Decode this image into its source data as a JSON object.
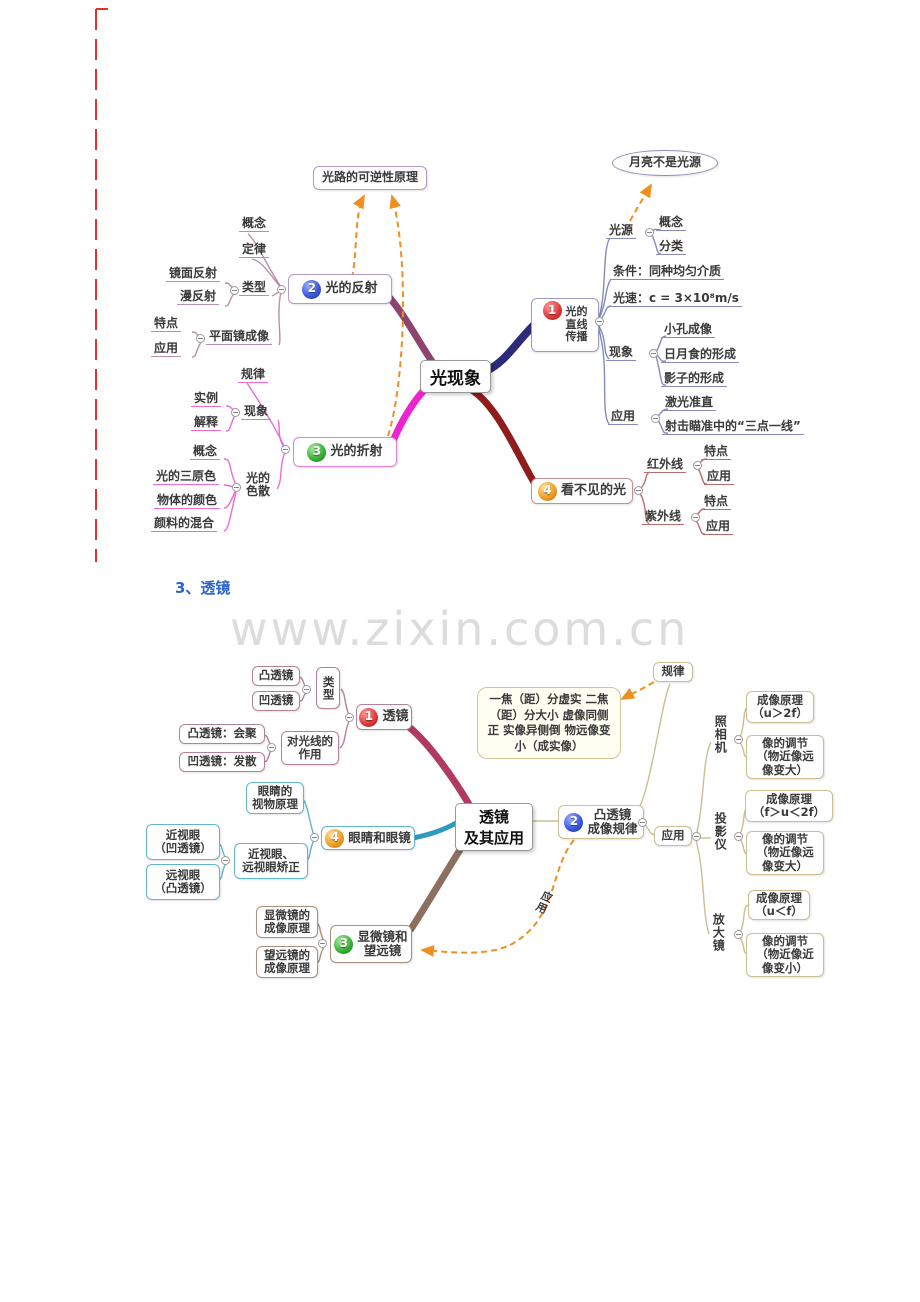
{
  "page": {
    "heading": "3、透镜",
    "watermark": "www.zixin.com.cn"
  },
  "colors": {
    "heading_blue": "#2e64c8",
    "watermark_gray": "#dcdcdc",
    "orange_dashed": "#ef8f1f",
    "left_mark_red": "#e03030"
  },
  "map1": {
    "center": "光现象",
    "note_reversibility": "光路的可逆性原理",
    "note_moon": "月亮不是光源",
    "b1": {
      "num": "1",
      "title": "光的\n直线\n传播",
      "light_source": "光源",
      "concept": "概念",
      "classify": "分类",
      "condition": "条件：同种均匀介质",
      "speed": "光速：c = 3×10⁸m/s",
      "phenomena": "现象",
      "pinhole": "小孔成像",
      "eclipse": "日月食的形成",
      "shadow": "影子的形成",
      "application": "应用",
      "laser": "激光准直",
      "shooting": "射击瞄准中的“三点一线”"
    },
    "b2": {
      "num": "2",
      "title": "光的反射",
      "concept": "概念",
      "law": "定律",
      "type": "类型",
      "specular": "镜面反射",
      "diffuse": "漫反射",
      "mirror": "平面镜成像",
      "feature": "特点",
      "application": "应用"
    },
    "b3": {
      "num": "3",
      "title": "光的折射",
      "law": "规律",
      "phenomena": "现象",
      "example": "实例",
      "explain": "解释",
      "dispersion": "光的\n色散",
      "concept": "概念",
      "primaries": "光的三原色",
      "object_color": "物体的颜色",
      "pigment_mix": "颜料的混合"
    },
    "b4": {
      "num": "4",
      "title": "看不见的光",
      "infrared": "红外线",
      "ir_feature": "特点",
      "ir_app": "应用",
      "ultraviolet": "紫外线",
      "uv_feature": "特点",
      "uv_app": "应用"
    }
  },
  "map2": {
    "center": "透镜\n及其应用",
    "rule_label": "规律",
    "note": "一焦（距）分虚实\n二焦（距）分大小\n虚像同侧正\n实像异侧倒\n物远像变小（成实像）",
    "b1": {
      "num": "1",
      "title": "透镜",
      "type": "类型",
      "convex": "凸透镜",
      "concave": "凹透镜",
      "effect": "对光线的\n作用",
      "converge": "凸透镜：会聚",
      "diverge": "凹透镜：发散"
    },
    "b2": {
      "num": "2",
      "title": "凸透镜\n成像规律",
      "application": "应用",
      "app_curve_label": "应用",
      "camera": "照相机",
      "camera_principle": "成像原理\n（u＞2f）",
      "camera_adjust": "像的调节\n（物近像远\n像变大）",
      "projector": "投影仪",
      "projector_principle": "成像原理\n（f＞u＜2f）",
      "projector_adjust": "像的调节\n（物近像远\n像变大）",
      "magnifier": "放大镜",
      "magnifier_principle": "成像原理\n（u＜f）",
      "magnifier_adjust": "像的调节\n（物近像近\n像变小）"
    },
    "b3": {
      "num": "3",
      "title": "显微镜和\n望远镜",
      "microscope": "显微镜的\n成像原理",
      "telescope": "望远镜的\n成像原理"
    },
    "b4": {
      "num": "4",
      "title": "眼睛和眼镜",
      "vision": "眼睛的\n视物原理",
      "correction": "近视眼、\n远视眼矫正",
      "myopia": "近视眼\n（凹透镜）",
      "hyperopia": "远视眼\n（凸透镜）"
    }
  }
}
